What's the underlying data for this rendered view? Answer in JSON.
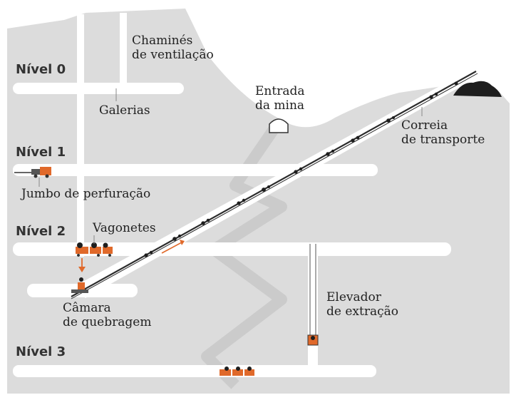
{
  "levels": {
    "n0": "Nível 0",
    "n1": "Nível 1",
    "n2": "Nível 2",
    "n3": "Nível 3"
  },
  "labels": {
    "chimneys_l1": "Chaminés",
    "chimneys_l2": "de ventilação",
    "galleries": "Galerias",
    "entrance_l1": "Entrada",
    "entrance_l2": "da mina",
    "conveyor_l1": "Correia",
    "conveyor_l2": "de transporte",
    "jumbo": "Jumbo de perfuração",
    "wagons": "Vagonetes",
    "crusher_l1": "Câmara",
    "crusher_l2": "de quebragem",
    "elevator_l1": "Elevador",
    "elevator_l2": "de extração"
  },
  "colors": {
    "ground": "#dcdcdc",
    "tunnel": "#ffffff",
    "shaft": "#c4c4c4",
    "belt": "#2b2b2b",
    "vehicle": "#e0692a",
    "ore": "#1e1e1e"
  }
}
